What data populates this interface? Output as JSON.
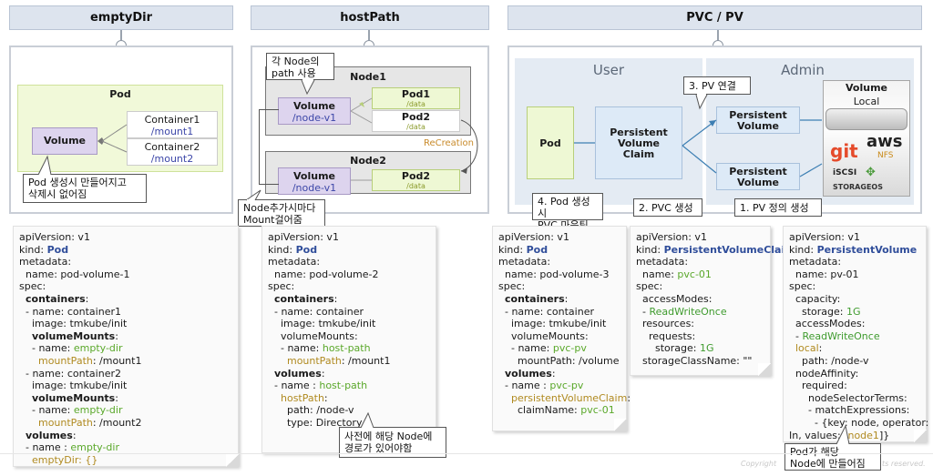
{
  "panels": {
    "emptydir": {
      "title": "emptyDir",
      "pod_label": "Pod",
      "volume_label": "Volume",
      "containers": [
        {
          "name": "Container1",
          "mount": "/mount1"
        },
        {
          "name": "Container2",
          "mount": "/mount2"
        }
      ],
      "callout": [
        "Pod 생성시 만들어지고",
        "삭제시 없어짐"
      ]
    },
    "hostpath": {
      "title": "hostPath",
      "callout_top": [
        "각 Node의",
        "path 사용"
      ],
      "node1": {
        "label": "Node1",
        "volume": "Volume",
        "volume_path": "/node-v1",
        "pod1": "Pod1",
        "pod1_path": "/data",
        "pod2": "Pod2",
        "pod2_path": "/data"
      },
      "recreation": "ReCreation",
      "node2": {
        "label": "Node2",
        "volume": "Volume",
        "volume_path": "/node-v1",
        "pod2": "Pod2",
        "pod2_path": "/data"
      },
      "callout_bottom": [
        "Node추가시마다",
        "Mount걸어줌"
      ]
    },
    "pvcpv": {
      "title": "PVC / PV",
      "user_zone": "User",
      "admin_zone": "Admin",
      "pod": "Pod",
      "pvc": [
        "Persistent",
        "Volume",
        "Claim"
      ],
      "pv1": [
        "Persistent",
        "Volume"
      ],
      "pv2": [
        "Persistent",
        "Volume"
      ],
      "volume_title": "Volume",
      "volume_local": "Local",
      "logos": {
        "git": "git",
        "aws": "aws",
        "nfs": "NFS",
        "iscsi": "iSCSI",
        "storageos": "STORAGEOS"
      },
      "step3": "3. PV 연결",
      "step4": [
        "4. Pod 생성시",
        "PVC 마운팅"
      ],
      "step2": "2. PVC 생성",
      "step1": "1. PV 정의 생성"
    }
  },
  "code_blocks": {
    "pod_volume_1": [
      [
        {
          "t": "apiVersion: v1"
        }
      ],
      [
        {
          "t": "kind: "
        },
        {
          "t": "Pod",
          "c": "k-blue"
        }
      ],
      [
        {
          "t": "metadata:"
        }
      ],
      [
        {
          "t": "  name: pod-volume-1"
        }
      ],
      [
        {
          "t": "spec:"
        }
      ],
      [
        {
          "t": "  "
        },
        {
          "t": "containers",
          "c": "k-bold"
        },
        {
          "t": ":"
        }
      ],
      [
        {
          "t": "  - name: container1"
        }
      ],
      [
        {
          "t": "    image: tmkube/init"
        }
      ],
      [
        {
          "t": "    "
        },
        {
          "t": "volumeMounts",
          "c": "k-bold"
        },
        {
          "t": ":"
        }
      ],
      [
        {
          "t": "    - name: "
        },
        {
          "t": "empty-dir",
          "c": "k-green"
        }
      ],
      [
        {
          "t": "      "
        },
        {
          "t": "mountPath",
          "c": "k-olive"
        },
        {
          "t": ": /mount1"
        }
      ],
      [
        {
          "t": "  - name: container2"
        }
      ],
      [
        {
          "t": "    image: tmkube/init"
        }
      ],
      [
        {
          "t": "    "
        },
        {
          "t": "volumeMounts",
          "c": "k-bold"
        },
        {
          "t": ":"
        }
      ],
      [
        {
          "t": "    - name: "
        },
        {
          "t": "empty-dir",
          "c": "k-green"
        }
      ],
      [
        {
          "t": "      "
        },
        {
          "t": "mountPath",
          "c": "k-olive"
        },
        {
          "t": ": /mount2"
        }
      ],
      [
        {
          "t": "  "
        },
        {
          "t": "volumes",
          "c": "k-bold"
        },
        {
          "t": ":"
        }
      ],
      [
        {
          "t": "  - name : "
        },
        {
          "t": "empty-dir",
          "c": "k-green"
        }
      ],
      [
        {
          "t": "    "
        },
        {
          "t": "emptyDir: {}",
          "c": "k-olive"
        }
      ]
    ],
    "pod_volume_2": [
      [
        {
          "t": "apiVersion: v1"
        }
      ],
      [
        {
          "t": "kind: "
        },
        {
          "t": "Pod",
          "c": "k-blue"
        }
      ],
      [
        {
          "t": "metadata:"
        }
      ],
      [
        {
          "t": "  name: pod-volume-2"
        }
      ],
      [
        {
          "t": "spec:"
        }
      ],
      [
        {
          "t": "  "
        },
        {
          "t": "containers",
          "c": "k-bold"
        },
        {
          "t": ":"
        }
      ],
      [
        {
          "t": "  - name: container"
        }
      ],
      [
        {
          "t": "    image: tmkube/init"
        }
      ],
      [
        {
          "t": "    volumeMounts:"
        }
      ],
      [
        {
          "t": "    - name: "
        },
        {
          "t": "host-path",
          "c": "k-green"
        }
      ],
      [
        {
          "t": "      "
        },
        {
          "t": "mountPath",
          "c": "k-olive"
        },
        {
          "t": ": /mount1"
        }
      ],
      [
        {
          "t": "  "
        },
        {
          "t": "volumes",
          "c": "k-bold"
        },
        {
          "t": ":"
        }
      ],
      [
        {
          "t": "  - name : "
        },
        {
          "t": "host-path",
          "c": "k-green"
        }
      ],
      [
        {
          "t": "    "
        },
        {
          "t": "hostPath",
          "c": "k-olive"
        },
        {
          "t": ":"
        }
      ],
      [
        {
          "t": "      path: /node-v"
        }
      ],
      [
        {
          "t": "      type: Directory"
        }
      ]
    ],
    "pod_volume_3": [
      [
        {
          "t": "apiVersion: v1"
        }
      ],
      [
        {
          "t": "kind: "
        },
        {
          "t": "Pod",
          "c": "k-blue"
        }
      ],
      [
        {
          "t": "metadata:"
        }
      ],
      [
        {
          "t": "  name: pod-volume-3"
        }
      ],
      [
        {
          "t": "spec:"
        }
      ],
      [
        {
          "t": "  "
        },
        {
          "t": "containers",
          "c": "k-bold"
        },
        {
          "t": ":"
        }
      ],
      [
        {
          "t": "  - name: container"
        }
      ],
      [
        {
          "t": "    image: tmkube/init"
        }
      ],
      [
        {
          "t": "    volumeMounts:"
        }
      ],
      [
        {
          "t": "    - name: "
        },
        {
          "t": "pvc-pv",
          "c": "k-green"
        }
      ],
      [
        {
          "t": "      mountPath: /volume"
        }
      ],
      [
        {
          "t": "  "
        },
        {
          "t": "volumes",
          "c": "k-bold"
        },
        {
          "t": ":"
        }
      ],
      [
        {
          "t": "  - name : "
        },
        {
          "t": "pvc-pv",
          "c": "k-green"
        }
      ],
      [
        {
          "t": "    "
        },
        {
          "t": "persistentVolumeClaim",
          "c": "k-olive"
        },
        {
          "t": ":"
        }
      ],
      [
        {
          "t": "      claimName: "
        },
        {
          "t": "pvc-01",
          "c": "k-green"
        }
      ]
    ],
    "pvc_01": [
      [
        {
          "t": "apiVersion: v1"
        }
      ],
      [
        {
          "t": "kind: "
        },
        {
          "t": "PersistentVolumeClaim",
          "c": "k-blue"
        }
      ],
      [
        {
          "t": "metadata:"
        }
      ],
      [
        {
          "t": "  name: "
        },
        {
          "t": "pvc-01",
          "c": "k-green"
        }
      ],
      [
        {
          "t": "spec:"
        }
      ],
      [
        {
          "t": "  accessModes:"
        }
      ],
      [
        {
          "t": "  - "
        },
        {
          "t": "ReadWriteOnce",
          "c": "k-bgreen"
        }
      ],
      [
        {
          "t": "  resources:"
        }
      ],
      [
        {
          "t": "    requests:"
        }
      ],
      [
        {
          "t": "      storage: "
        },
        {
          "t": "1G",
          "c": "k-bgreen"
        }
      ],
      [
        {
          "t": "  storageClassName: \"\""
        }
      ]
    ],
    "pv_01": [
      [
        {
          "t": "apiVersion: v1"
        }
      ],
      [
        {
          "t": "kind: "
        },
        {
          "t": "PersistentVolume",
          "c": "k-blue"
        }
      ],
      [
        {
          "t": "metadata:"
        }
      ],
      [
        {
          "t": "  name: pv-01"
        }
      ],
      [
        {
          "t": "spec:"
        }
      ],
      [
        {
          "t": "  capacity:"
        }
      ],
      [
        {
          "t": "    storage: "
        },
        {
          "t": "1G",
          "c": "k-bgreen"
        }
      ],
      [
        {
          "t": "  accessModes:"
        }
      ],
      [
        {
          "t": "  - "
        },
        {
          "t": "ReadWriteOnce",
          "c": "k-bgreen"
        }
      ],
      [
        {
          "t": "  "
        },
        {
          "t": "local",
          "c": "k-olive"
        },
        {
          "t": ":"
        }
      ],
      [
        {
          "t": "    path: /node-v"
        }
      ],
      [
        {
          "t": "  nodeAffinity:"
        }
      ],
      [
        {
          "t": "    required:"
        }
      ],
      [
        {
          "t": "      nodeSelectorTerms:"
        }
      ],
      [
        {
          "t": "      - matchExpressions:"
        }
      ],
      [
        {
          "t": "        - {key: node, operator:"
        }
      ],
      [
        {
          "t": "In, values: ["
        },
        {
          "t": "node1",
          "c": "k-olive"
        },
        {
          "t": "]}"
        }
      ]
    ]
  },
  "callouts_bottom": {
    "hostpath_note": [
      "사전에 해당 Node에",
      "경로가 있어야함"
    ],
    "pv_note": [
      "Pod가 해당",
      "Node에 만들어짐"
    ]
  },
  "footer": {
    "left": "Copyright",
    "right": "ts reserved."
  }
}
